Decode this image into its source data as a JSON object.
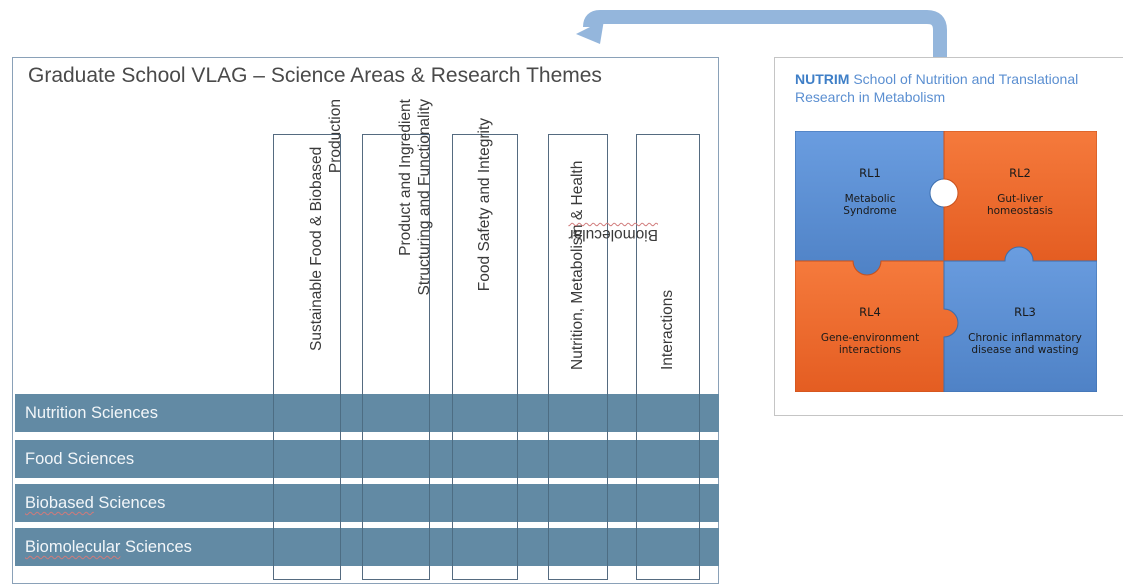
{
  "vlag": {
    "title": "Graduate School VLAG – Science Areas & Research Themes",
    "themes": [
      {
        "line1": "Sustainable Food & Biobased",
        "line2": "Production"
      },
      {
        "line1": "Product and Ingredient",
        "line2": "Structuring and Functionality"
      },
      {
        "line1": "Food Safety and Integrity",
        "line2": ""
      },
      {
        "line1": "Nutrition, Metabolism & Health",
        "line2": ""
      },
      {
        "line1": "Biomolecular Interactions",
        "line2": ""
      }
    ],
    "areas": [
      "Nutrition Sciences",
      "Food Sciences",
      "Biobased Sciences",
      "Biomolecular Sciences"
    ]
  },
  "nutrim": {
    "name": "NUTRIM",
    "description": "School of Nutrition and Translational Research in Metabolism",
    "pieces": [
      {
        "id": "RL1",
        "label": "Metabolic Syndrome",
        "color": "#5b8fd1"
      },
      {
        "id": "RL2",
        "label": "Gut-liver homeostasis",
        "color": "#ee6a2f"
      },
      {
        "id": "RL4",
        "label": "Gene-environment interactions",
        "color": "#ee6a2f"
      },
      {
        "id": "RL3",
        "label": "Chronic inflammatory disease and wasting",
        "color": "#5b8fd1"
      }
    ]
  },
  "colors": {
    "row_fill": "#628aa4",
    "arrow": "#94b6dc",
    "puzzle_blue": "#5b8fd1",
    "puzzle_orange": "#ee6a2f"
  }
}
